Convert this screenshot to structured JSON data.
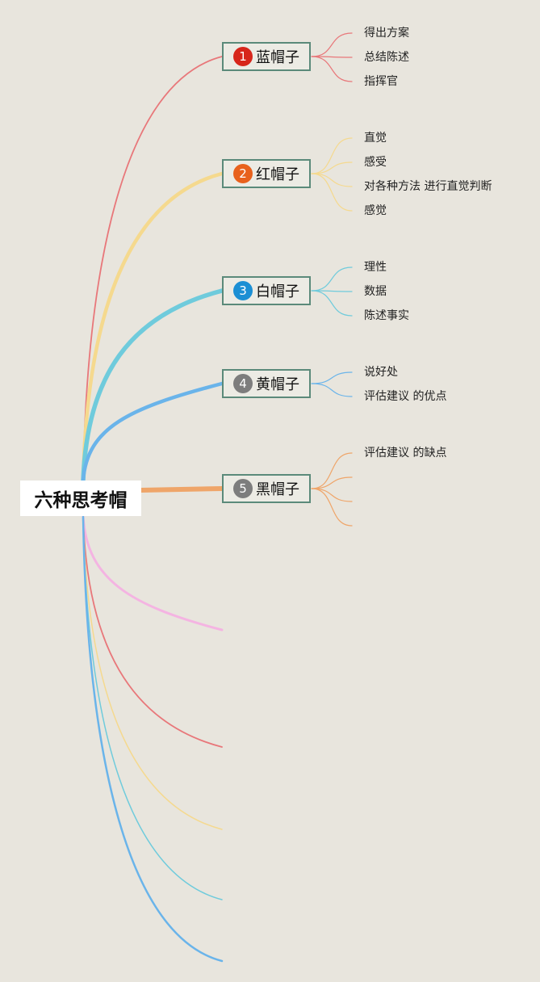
{
  "root": {
    "label": "六种思考帽"
  },
  "branches": [
    {
      "number": "1",
      "label": "蓝帽子",
      "badge_color": "#d7261b",
      "line_color": "#e8777a",
      "leaves": [
        "得出方案",
        "总结陈述",
        "指挥官"
      ]
    },
    {
      "number": "2",
      "label": "红帽子",
      "badge_color": "#e8611c",
      "line_color": "#f5d98e",
      "leaves": [
        "直觉",
        "感受",
        "对各种方法 进行直觉判断",
        "感觉"
      ]
    },
    {
      "number": "3",
      "label": "白帽子",
      "badge_color": "#1b8fd4",
      "line_color": "#6fcbdc",
      "leaves": [
        "理性",
        "数据",
        "陈述事实"
      ]
    },
    {
      "number": "4",
      "label": "黄帽子",
      "badge_color": "#7d7d7d",
      "line_color": "#6ab4ea",
      "leaves": [
        "说好处",
        "评估建议 的优点"
      ]
    },
    {
      "number": "5",
      "label": "黑帽子",
      "badge_color": "#7d7d7d",
      "line_color": "#efa569",
      "leaves": [
        "评估建议 的缺点",
        "",
        "",
        ""
      ]
    }
  ],
  "empty_branches": [
    {
      "line_color": "#f4b4e2"
    },
    {
      "line_color": "#e8777a"
    },
    {
      "line_color": "#f5d98e"
    },
    {
      "line_color": "#6fcbdc"
    },
    {
      "line_color": "#6ab4ea"
    }
  ]
}
